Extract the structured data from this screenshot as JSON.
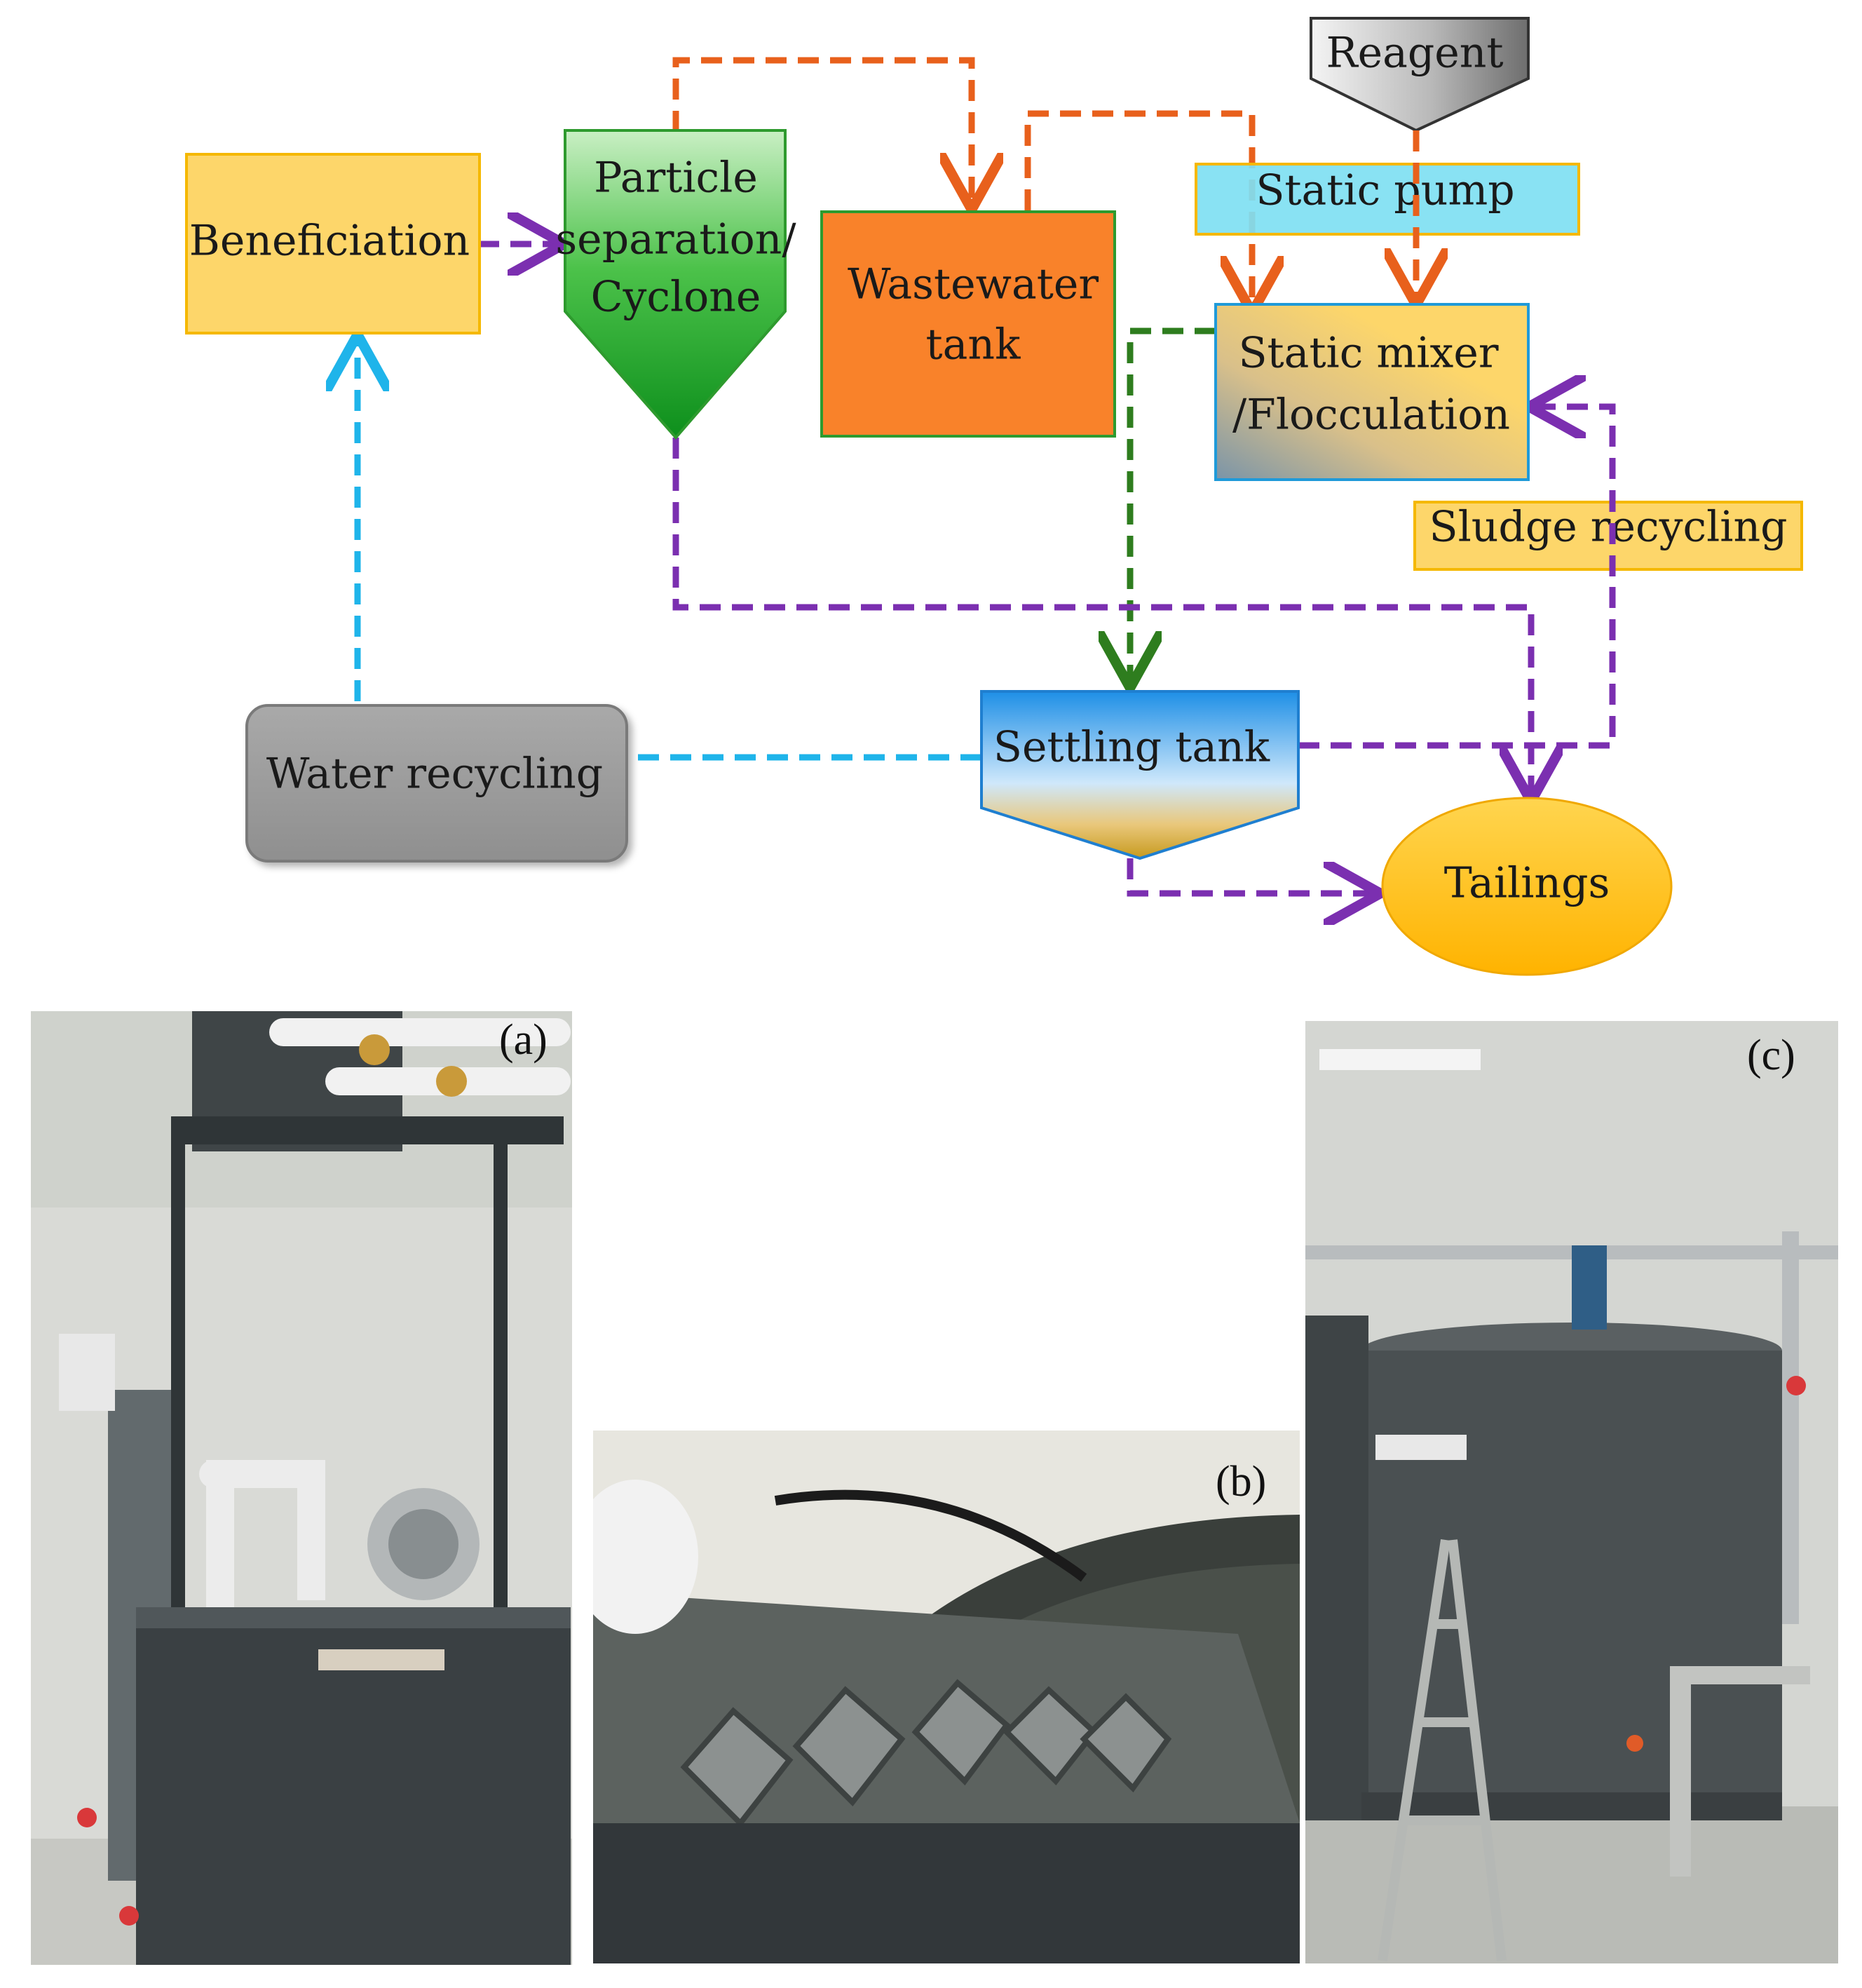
{
  "nodes": {
    "beneficiation": "Beneficiation",
    "cyclone_line1": "Particle",
    "cyclone_line2": "separation/",
    "cyclone_line3": "Cyclone",
    "wastewater_line1": "Wastewater",
    "wastewater_line2": "tank",
    "reagent": "Reagent",
    "static_pump": "Static pump",
    "mixer_line1": "Static mixer",
    "mixer_line2": "/Flocculation",
    "sludge_recycling": "Sludge recycling",
    "settling_tank": "Settling tank",
    "water_recycling": "Water recycling",
    "tailings": "Tailings"
  },
  "photos": {
    "a": "(a)",
    "b": "(b)",
    "c": "(c)"
  },
  "colors": {
    "purple_flow": "#7b2fb0",
    "orange_flow": "#e8601c",
    "blue_flow": "#1fb4ea",
    "green_flow": "#2e7d1e",
    "beneficiation_fill": "#fdd66a",
    "wastewater_fill": "#f9822a",
    "static_pump_fill": "#7fdff2",
    "tailings_fill": "#ffc107",
    "water_recycling_fill": "#9e9e9e"
  }
}
